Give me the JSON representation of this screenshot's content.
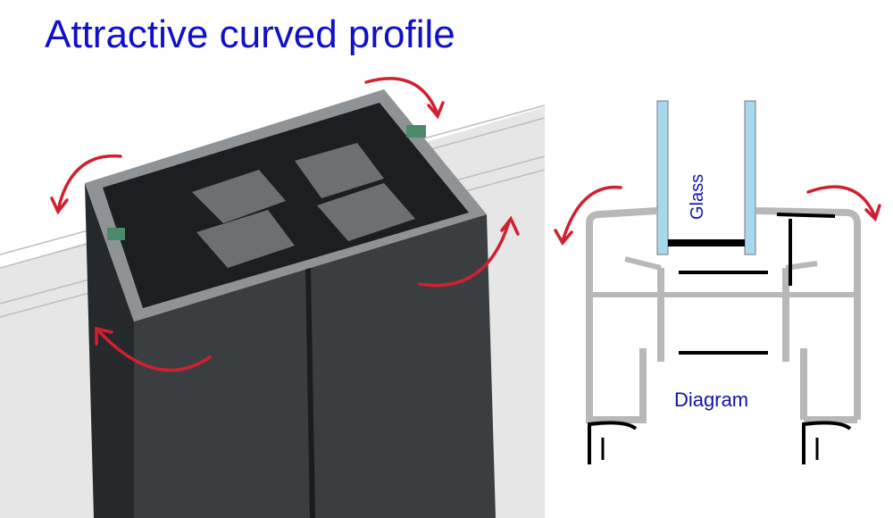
{
  "title": "Attractive curved profile",
  "labels": {
    "glass": "Glass",
    "diagram": "Diagram"
  },
  "colors": {
    "title": "#1010c8",
    "label": "#1010b0",
    "arrow": "#d02030",
    "profile_dark": "#2e3234",
    "profile_grey": "#b8b8b8",
    "glass": "#a8d8ee"
  }
}
